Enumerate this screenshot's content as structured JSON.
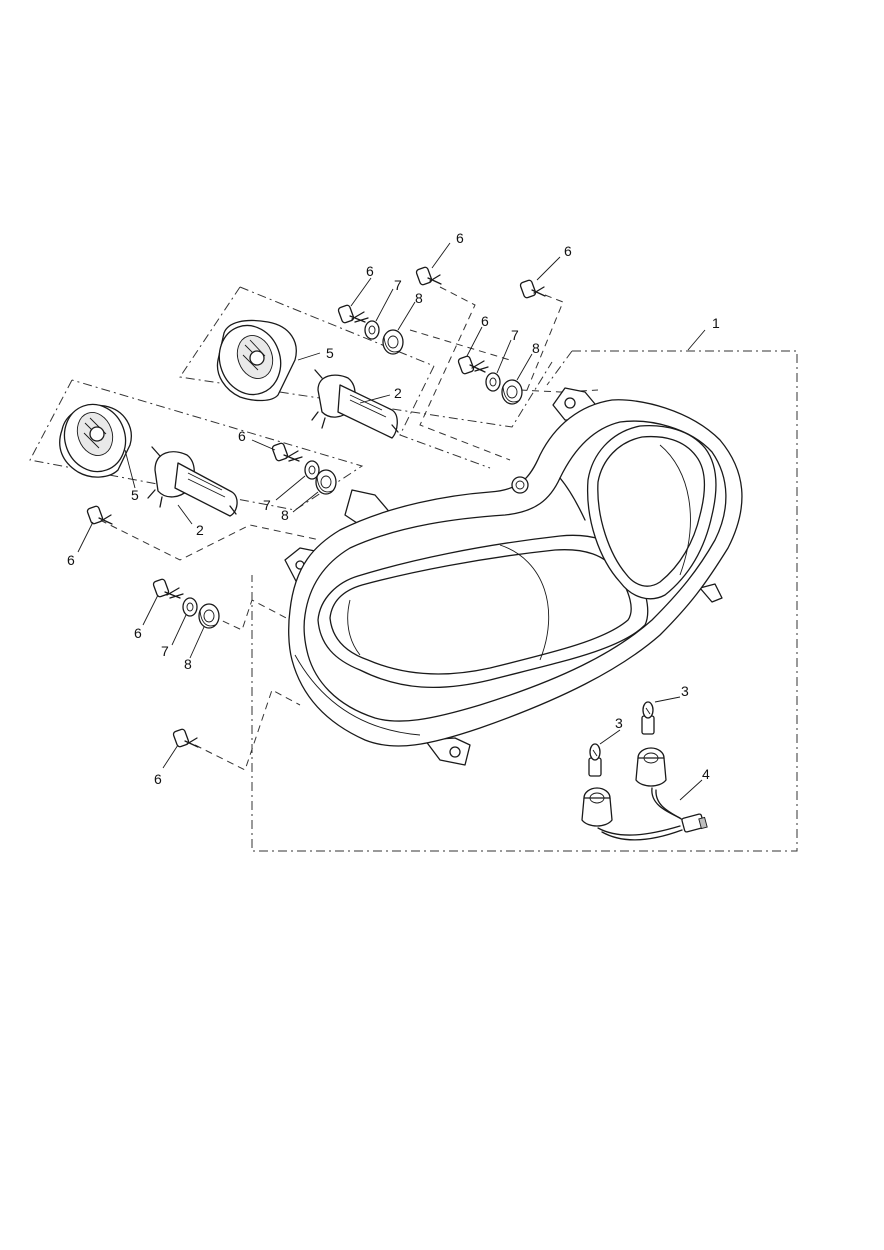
{
  "diagram": {
    "callouts": {
      "c1": "1",
      "c2a": "2",
      "c2b": "2",
      "c3a": "3",
      "c3b": "3",
      "c4": "4",
      "c5a": "5",
      "c5b": "5",
      "c6a": "6",
      "c6b": "6",
      "c6c": "6",
      "c6d": "6",
      "c6e": "6",
      "c6f": "6",
      "c6g": "6",
      "c6h": "6",
      "c7a": "7",
      "c7b": "7",
      "c7c": "7",
      "c7d": "7",
      "c8a": "8",
      "c8b": "8",
      "c8c": "8",
      "c8d": "8"
    }
  }
}
